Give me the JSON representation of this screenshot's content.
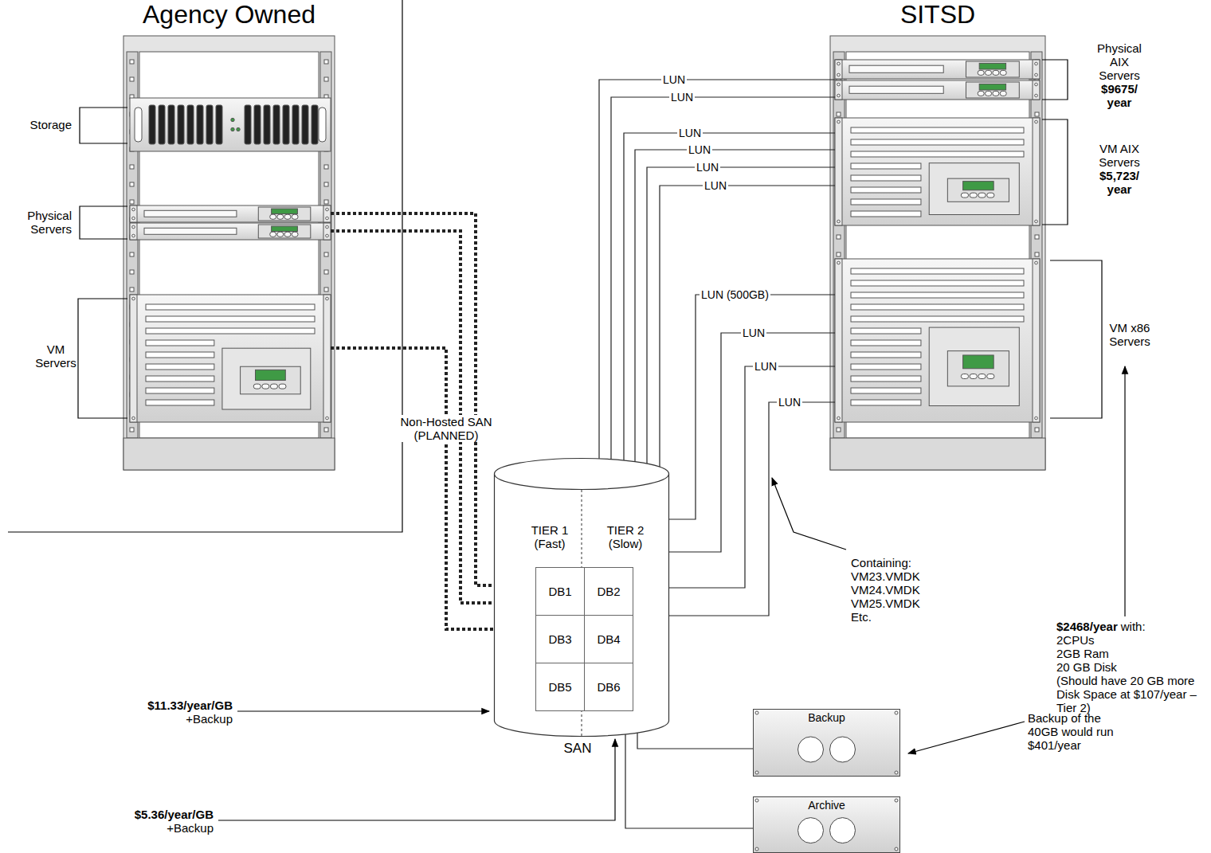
{
  "diagram": {
    "nodes": [
      {
        "text": [
          "Agency Owned"
        ]
      },
      {
        "text": [
          "Storage"
        ],
        "in": 0
      },
      {
        "text": [
          "Physical Servers"
        ],
        "in": 0
      },
      {
        "text": [
          "VM Servers"
        ],
        "in": 0
      },
      {
        "text": [
          "SITSD"
        ]
      },
      {
        "text": [
          "Physical AIX Servers",
          "$9675/ year"
        ],
        "in": 4
      },
      {
        "text": [
          "VM AIX Servers",
          "$5,723/ year"
        ],
        "in": 4
      },
      {
        "text": [
          "VM x86 Servers"
        ],
        "in": 4
      },
      {
        "text": [
          "TIER 1 (Fast)",
          "TIER 2 (Slow)",
          "SAN"
        ]
      },
      {
        "text": [
          "DB1"
        ],
        "in": 8
      },
      {
        "text": [
          "DB2"
        ],
        "in": 8
      },
      {
        "text": [
          "DB3"
        ],
        "in": 8
      },
      {
        "text": [
          "DB4"
        ],
        "in": 8
      },
      {
        "text": [
          "DB5"
        ],
        "in": 8
      },
      {
        "text": [
          "DB6"
        ],
        "in": 8
      },
      {
        "text": [
          "Backup"
        ]
      },
      {
        "text": [
          "Archive"
        ]
      }
    ],
    "edges": [
      {
        "from": 2,
        "to": 8,
        "arrow": "none"
      },
      {
        "from": 2,
        "to": 8,
        "arrow": "none"
      },
      {
        "from": 3,
        "to": 8,
        "arrow": "none"
      },
      {
        "from": 8,
        "to": 5,
        "label": "LUN",
        "arrow": "none"
      },
      {
        "from": 8,
        "to": 5,
        "label": "LUN",
        "arrow": "none"
      },
      {
        "from": 8,
        "to": 6,
        "label": "LUN",
        "arrow": "none"
      },
      {
        "from": 8,
        "to": 6,
        "label": "LUN",
        "arrow": "none"
      },
      {
        "from": 8,
        "to": 6,
        "label": "LUN",
        "arrow": "none"
      },
      {
        "from": 8,
        "to": 6,
        "label": "LUN",
        "arrow": "none"
      },
      {
        "from": 8,
        "to": 7,
        "label": "LUN (500GB)",
        "arrow": "none"
      },
      {
        "from": 8,
        "to": 7,
        "label": "LUN",
        "arrow": "none"
      },
      {
        "from": 8,
        "to": 7,
        "label": "LUN",
        "arrow": "none"
      },
      {
        "from": 8,
        "to": 7,
        "label": "LUN",
        "arrow": "none"
      },
      {
        "from": 8,
        "to": 15,
        "arrow": "none"
      },
      {
        "from": 8,
        "to": 16,
        "arrow": "none"
      }
    ],
    "labels": [
      "Non-Hosted SAN (PLANNED)",
      "Containing: VM23.VMDK VM24.VMDK VM25.VMDK Etc.",
      "$11.33/year/GB",
      "+Backup",
      "$5.36/year/GB",
      "+Backup",
      "$2468/year",
      "with:",
      "2CPUs",
      "2GB Ram",
      "20 GB Disk",
      "(Should have 20 GB more Disk Space at $107/year – Tier 2)",
      "Backup of the 40GB would run $401/year"
    ]
  }
}
